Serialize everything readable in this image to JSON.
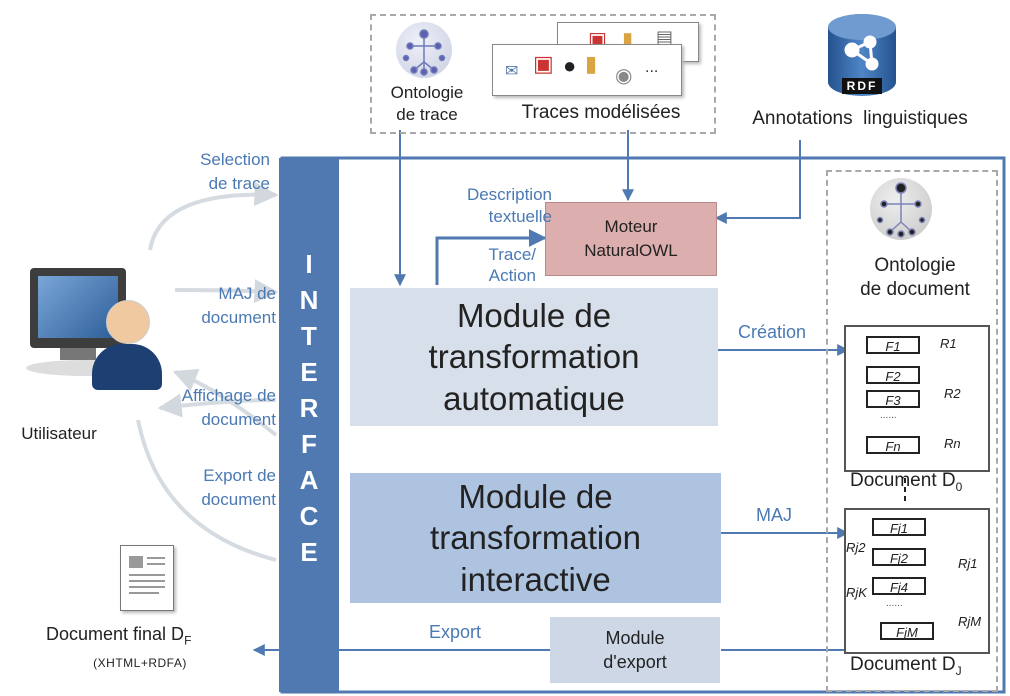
{
  "top": {
    "trace_ontology": "Ontologie\nde trace",
    "modeled_traces": "Traces modélisées",
    "linguistic_annotations": "Annotations  linguistiques",
    "rdf_badge": "RDF"
  },
  "interface_label": [
    "I",
    "N",
    "T",
    "E",
    "R",
    "F",
    "A",
    "C",
    "E"
  ],
  "engine": {
    "label": "Moteur\nNaturalOWL"
  },
  "flows": {
    "description": "Description\ntextuelle",
    "trace_action": "Trace/\nAction",
    "creation": "Création",
    "update": "MAJ",
    "export": "Export"
  },
  "user_actions": {
    "trace_selection": "Selection\nde trace",
    "doc_update": "MAJ de\ndocument",
    "doc_display": "Affichage de\ndocument",
    "doc_export": "Export de\ndocument"
  },
  "user_label": "Utilisateur",
  "modules": {
    "automatic": "Module de\ntransformation\nautomatique",
    "interactive": "Module de\ntransformation\ninteractive",
    "export": "Module\nd'export"
  },
  "doc_ontology": "Ontologie\nde document",
  "doc0": {
    "title_main": "Document D",
    "title_sub": "0",
    "fragments": [
      "F1",
      "F2",
      "F3",
      "Fn"
    ],
    "relations": [
      "R1",
      "R2",
      "Rn"
    ],
    "ellipsis": "......"
  },
  "docj": {
    "title_main": "Document D",
    "title_sub": "J",
    "fragments": [
      "Fj1",
      "Fj2",
      "Fj4",
      "FjM"
    ],
    "relations": [
      "Rj2",
      "Rj1",
      "RjK",
      "RjM"
    ],
    "ellipsis": "......"
  },
  "final_doc": {
    "title_main": "Document final D",
    "title_sub": "F",
    "format": "(XHTML+RDFA)"
  },
  "colors": {
    "interface_bar": "#4f79b0",
    "frame": "#4f79b0",
    "engine_fill": "#dcaeae",
    "module_auto_fill": "#d6dfea",
    "module_inter_fill": "#aec3e0",
    "module_export_fill": "#cdd7e5",
    "user_text_blue": "#4a79b3",
    "user_arcs": "#d8dde3"
  }
}
